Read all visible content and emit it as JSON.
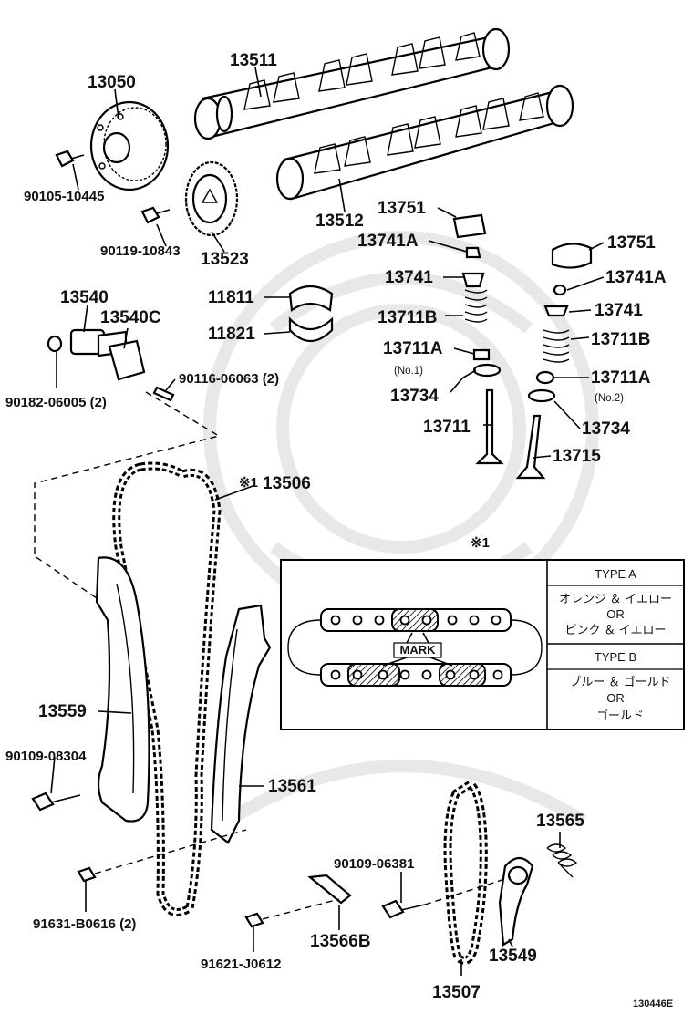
{
  "diagram": {
    "figure_id": "130446E",
    "parts": {
      "p13511": "13511",
      "p13050": "13050",
      "p90105": "90105-10445",
      "p13512": "13512",
      "p90119": "90119-10843",
      "p13523": "13523",
      "p13751_a": "13751",
      "p13741a_a": "13741A",
      "p13741_a": "13741",
      "p13711b_a": "13711B",
      "p13711a_a": "13711A",
      "no1": "(No.1)",
      "p13734_a": "13734",
      "p13711": "13711",
      "p13751_b": "13751",
      "p13741a_b": "13741A",
      "p13741_b": "13741",
      "p13711b_b": "13711B",
      "p13711a_b": "13711A",
      "no2": "(No.2)",
      "p13734_b": "13734",
      "p13715": "13715",
      "p13540": "13540",
      "p13540c": "13540C",
      "p11811": "11811",
      "p11821": "11821",
      "p90182": "90182-06005 (2)",
      "p90116": "90116-06063 (2)",
      "p13506": "13506",
      "mark_note": "※1",
      "p13559": "13559",
      "p90109a": "90109-08304",
      "p13561": "13561",
      "p13565": "13565",
      "p90109b": "90109-06381",
      "p91631": "91631-B0616 (2)",
      "p13566b": "13566B",
      "p13549": "13549",
      "p91621": "91621-J0612",
      "p13507": "13507"
    },
    "inset": {
      "ref": "※1",
      "mark_label": "MARK",
      "type_a": "TYPE A",
      "type_a_line1": "オレンジ ＆ イエロー",
      "or1": "OR",
      "type_a_line2": "ピンク ＆ イエロー",
      "type_b": "TYPE B",
      "type_b_line1": "ブルー ＆ ゴールド",
      "or2": "OR",
      "type_b_line2": "ゴールド"
    }
  }
}
